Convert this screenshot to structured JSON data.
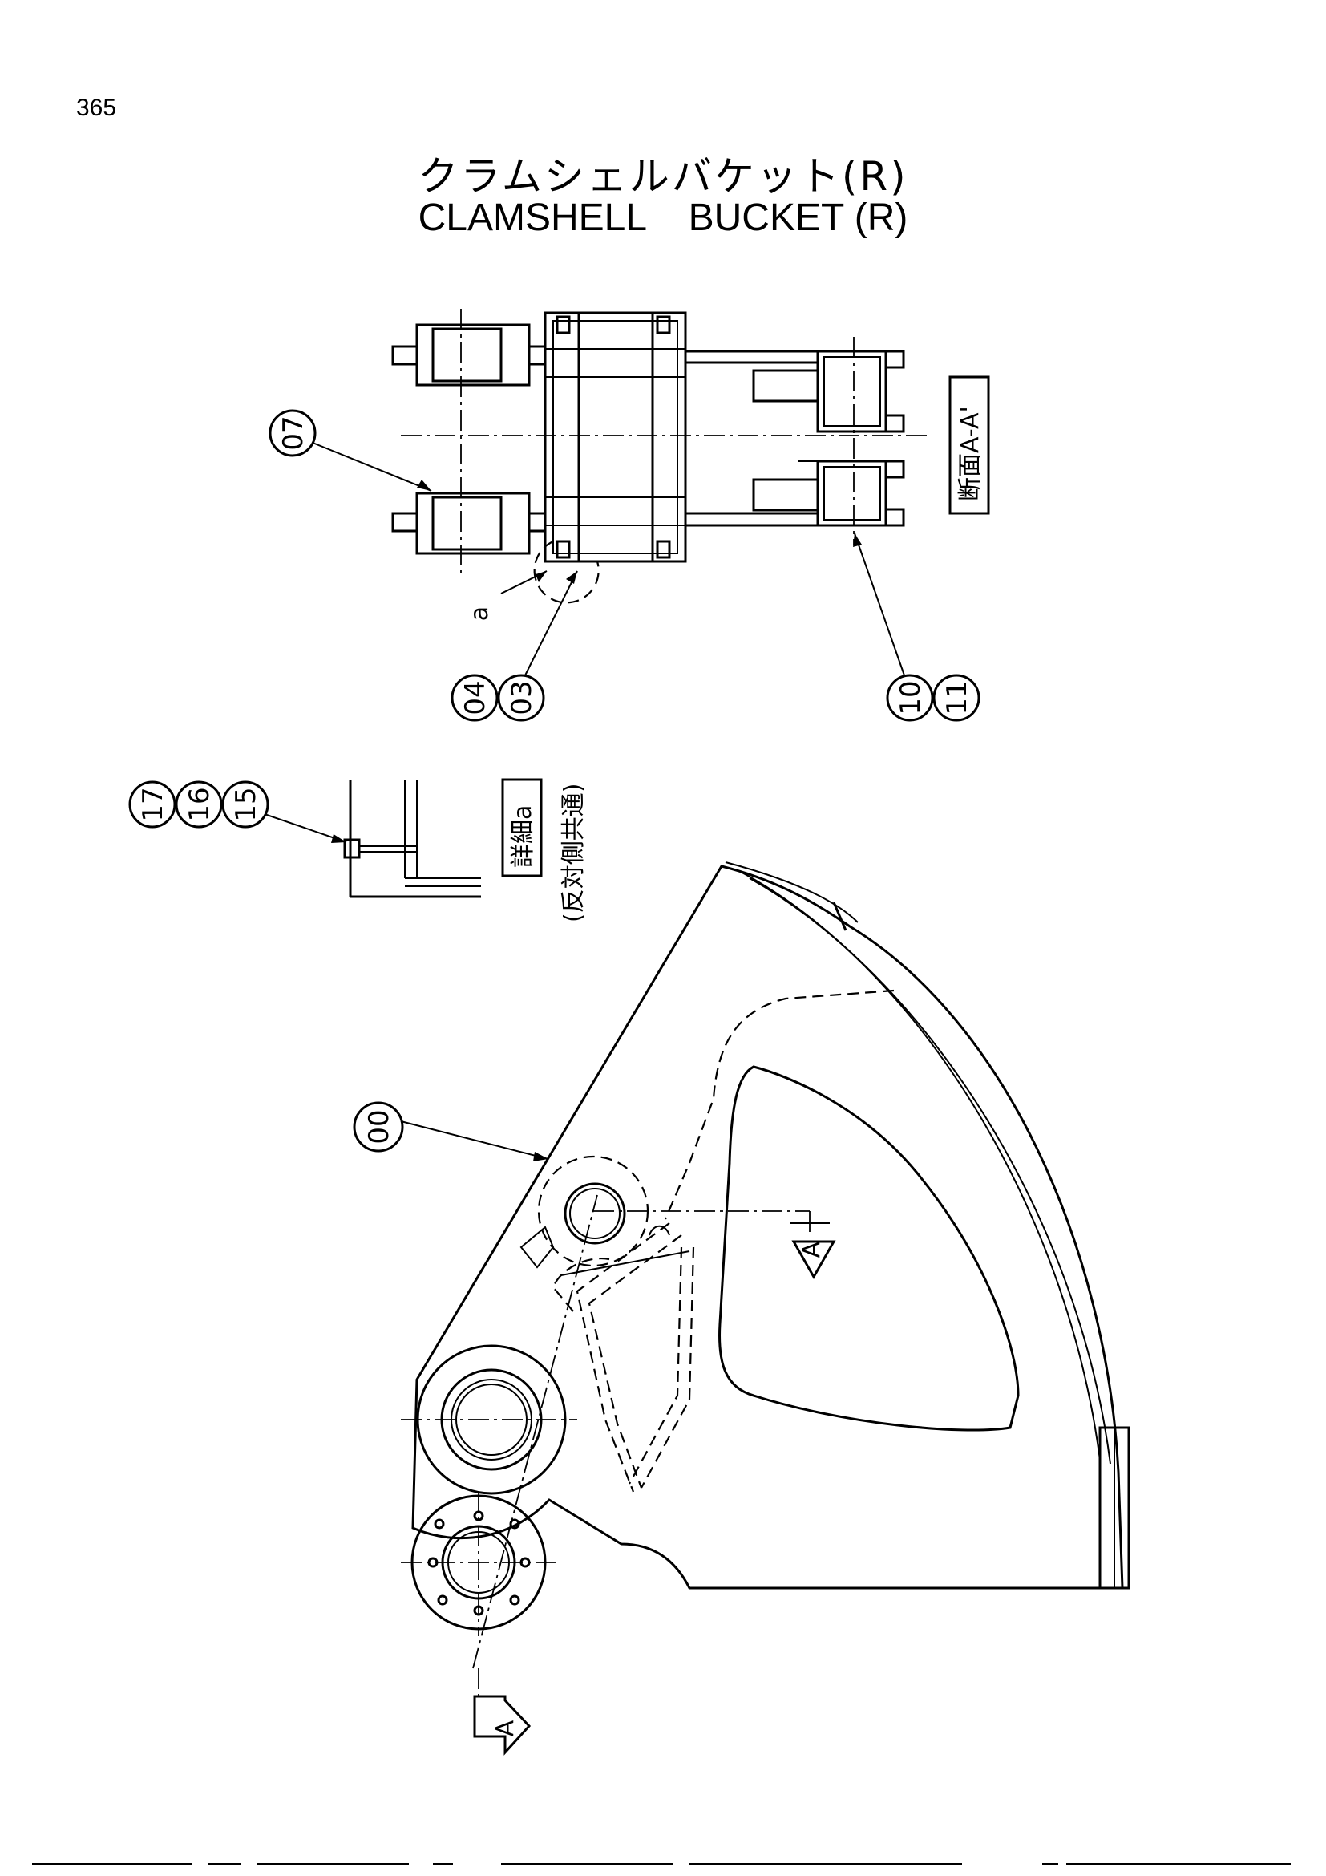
{
  "page_number": "365",
  "title_ja": "クラムシェルバケット(R)",
  "title_en": "CLAMSHELL    BUCKET (R)",
  "callouts": {
    "c07": "07",
    "c04": "04",
    "c03": "03",
    "c10": "10",
    "c11": "11",
    "c17": "17",
    "c16": "16",
    "c15": "15",
    "c00": "00"
  },
  "labels": {
    "section": "断面A-A'",
    "detail": "詳細a",
    "detail_note": "(反対側共通)",
    "detail_marker": "a",
    "arrow_a1": "A",
    "arrow_a2": "A"
  }
}
